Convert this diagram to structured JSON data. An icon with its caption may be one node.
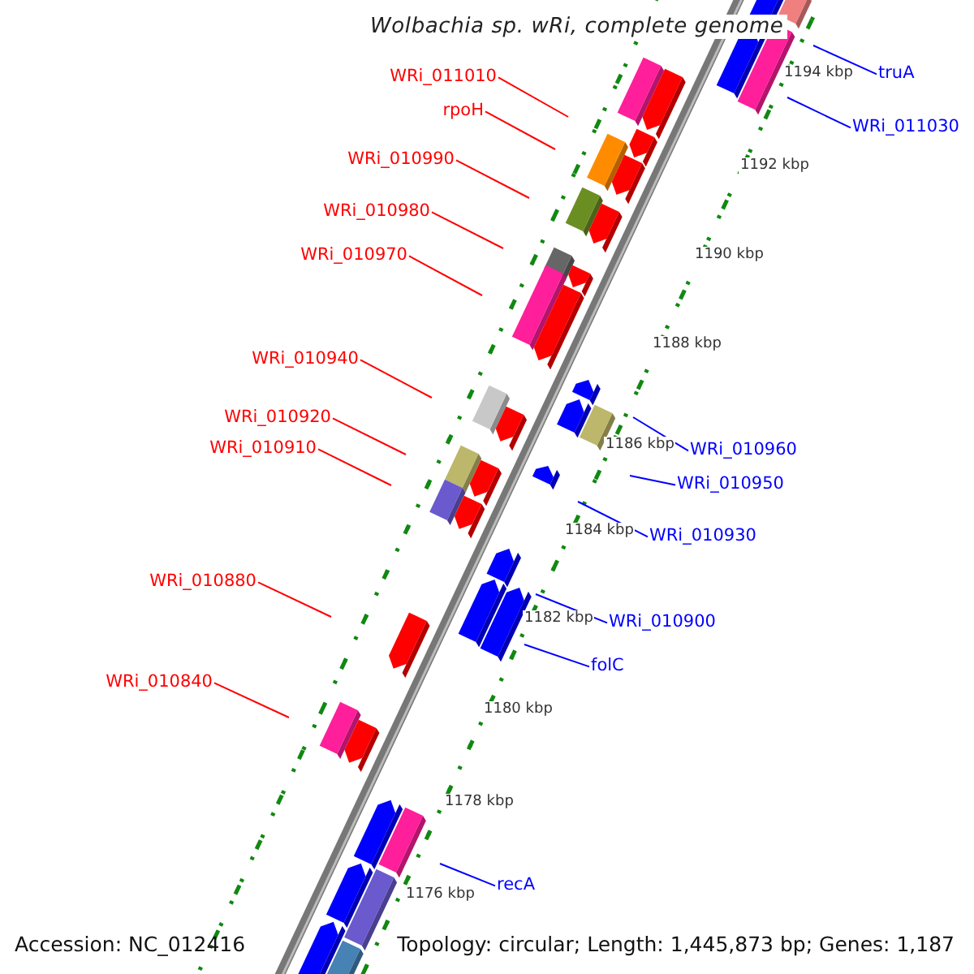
{
  "diagram": {
    "title": "Wolbachia sp. wRi, complete genome",
    "nodes": [
      {
        "text": [
          "truA"
        ]
      },
      {
        "text": [
          "WRi_011010"
        ]
      },
      {
        "text": [
          "rpoH"
        ]
      },
      {
        "text": [
          "WRi_011030"
        ]
      },
      {
        "text": [
          "WRi_010990"
        ]
      },
      {
        "text": [
          "WRi_010980"
        ]
      },
      {
        "text": [
          "WRi_010970"
        ]
      },
      {
        "text": [
          "WRi_010940"
        ]
      },
      {
        "text": [
          "WRi_010920"
        ]
      },
      {
        "text": [
          "WRi_010910"
        ]
      },
      {
        "text": [
          "WRi_010960"
        ]
      },
      {
        "text": [
          "WRi_010950"
        ]
      },
      {
        "text": [
          "WRi_010930"
        ]
      },
      {
        "text": [
          "WRi_010880"
        ]
      },
      {
        "text": [
          "WRi_010900"
        ]
      },
      {
        "text": [
          "folC"
        ]
      },
      {
        "text": [
          "WRi_010840"
        ]
      },
      {
        "text": [
          "recA"
        ]
      }
    ],
    "edges": [
      {
        "from": 0,
        "to": null,
        "arrow": "none",
        "color": "#0000ff"
      },
      {
        "from": 1,
        "to": null,
        "arrow": "none"
      },
      {
        "from": 2,
        "to": null,
        "arrow": "none"
      },
      {
        "from": 3,
        "to": null,
        "arrow": "none",
        "color": "#0000ff"
      },
      {
        "from": 4,
        "to": null,
        "arrow": "none"
      },
      {
        "from": 5,
        "to": null,
        "arrow": "none"
      },
      {
        "from": 6,
        "to": null,
        "arrow": "none"
      },
      {
        "from": 7,
        "to": null,
        "arrow": "none"
      },
      {
        "from": 8,
        "to": null,
        "arrow": "none"
      },
      {
        "from": 9,
        "to": null,
        "arrow": "none"
      },
      {
        "from": 10,
        "to": null,
        "arrow": "none",
        "color": "#0000ff"
      },
      {
        "from": 11,
        "to": null,
        "arrow": "none",
        "color": "#0000ff"
      },
      {
        "from": 12,
        "to": null,
        "arrow": "none",
        "color": "#0000ff"
      },
      {
        "from": 13,
        "to": null,
        "arrow": "none"
      },
      {
        "from": 14,
        "to": null,
        "arrow": "none",
        "color": "#0000ff"
      },
      {
        "from": 15,
        "to": null,
        "arrow": "none",
        "color": "#0000ff"
      },
      {
        "from": 16,
        "to": null,
        "arrow": "none"
      },
      {
        "from": 17,
        "to": null,
        "arrow": "none",
        "color": "#0000ff"
      }
    ],
    "labels": [
      "1194 kbp",
      "1192 kbp",
      "1190 kbp",
      "1188 kbp",
      "1186 kbp",
      "1184 kbp",
      "1182 kbp",
      "1180 kbp",
      "1178 kbp",
      "1176 kbp",
      "Accession: NC_012416",
      "Topology: circular; Length: 1,445,873 bp; Genes: 1,187"
    ]
  }
}
